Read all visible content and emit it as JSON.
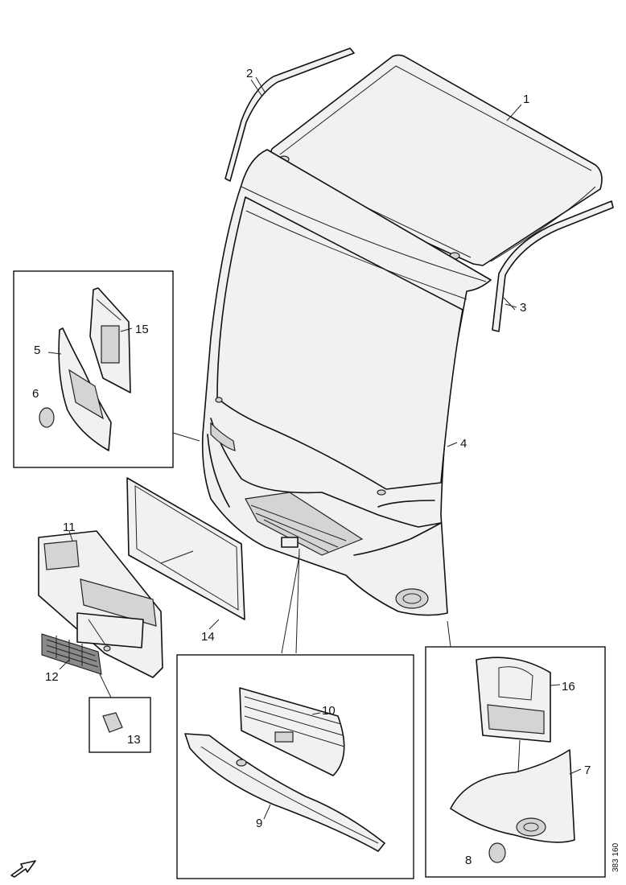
{
  "parts": [
    {
      "id": "roof-panel",
      "label": "1"
    },
    {
      "id": "left-drip-rail",
      "label": "2"
    },
    {
      "id": "right-drip-rail",
      "label": "3"
    },
    {
      "id": "front-mask",
      "label": "4"
    },
    {
      "id": "left-corner-trim",
      "label": "5"
    },
    {
      "id": "left-headlamp-cap",
      "label": "6"
    },
    {
      "id": "right-corner-panel",
      "label": "7"
    },
    {
      "id": "right-headlamp-cap",
      "label": "8"
    },
    {
      "id": "lower-trim-strip",
      "label": "9"
    },
    {
      "id": "front-grille",
      "label": "10"
    },
    {
      "id": "access-panel",
      "label": "11"
    },
    {
      "id": "mesh-grille",
      "label": "12"
    },
    {
      "id": "grille-clip",
      "label": "13"
    },
    {
      "id": "seal-gasket",
      "label": "14"
    },
    {
      "id": "left-bracket",
      "label": "15"
    },
    {
      "id": "right-bracket",
      "label": "16"
    }
  ],
  "drawing_code": "383 160",
  "direction_icon": "arrow-icon"
}
